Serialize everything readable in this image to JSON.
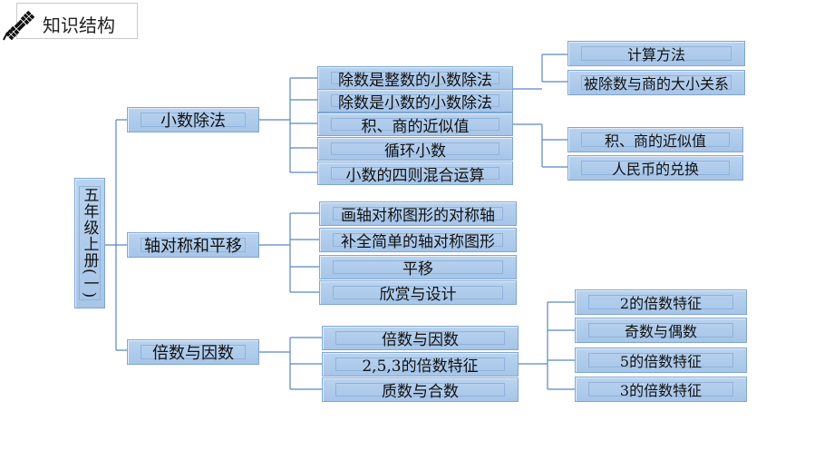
{
  "header": {
    "title": "知识结构",
    "icon": "satellite-icon"
  },
  "root": {
    "label": "五年级上册(一)"
  },
  "branches": [
    {
      "label": "小数除法",
      "children": [
        "除数是整数的小数除法",
        "除数是小数的小数除法",
        "积、商的近似值",
        "循环小数",
        "小数的四则混合运算"
      ],
      "sub_a": [
        "计算方法",
        "被除数与商的大小关系"
      ],
      "sub_b": [
        "积、商的近似值",
        "人民币的兑换"
      ]
    },
    {
      "label": "轴对称和平移",
      "children": [
        "画轴对称图形的对称轴",
        "补全简单的轴对称图形",
        "平移",
        "欣赏与设计"
      ]
    },
    {
      "label": "倍数与因数",
      "children": [
        "倍数与因数",
        "2,5,3的倍数特征",
        "质数与合数"
      ],
      "sub_c": [
        "2的倍数特征",
        "奇数与偶数",
        "5的倍数特征",
        "3的倍数特征"
      ]
    }
  ],
  "colors": {
    "node_fill": "#b3cdec",
    "node_border": "#7ea6d4",
    "line": "#5b87c0"
  }
}
